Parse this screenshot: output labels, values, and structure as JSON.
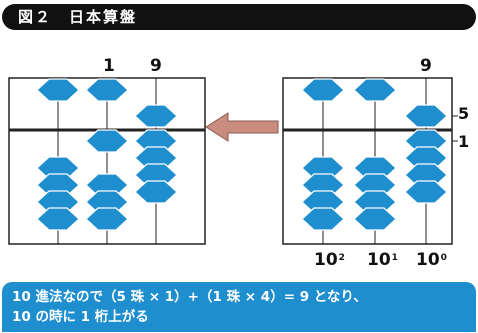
{
  "title": "図２　日本算盤",
  "left_abacus": {
    "column_values": [
      "1",
      "9"
    ]
  },
  "right_abacus": {
    "column_values": [
      "9"
    ],
    "bead_values": {
      "upper": "5",
      "lower": "1"
    },
    "place_values": [
      {
        "base": "10",
        "exp": "2"
      },
      {
        "base": "10",
        "exp": "1"
      },
      {
        "base": "10",
        "exp": "0"
      }
    ]
  },
  "caption": {
    "line1": "10 進法なので（5 珠 × 1）+（1 珠 × 4）= 9 となり、",
    "line2": "10 の時に 1 桁上がる"
  },
  "colors": {
    "bead": "#1e8ecf",
    "frame": "#222222",
    "arrow": "#c98c7e",
    "caption_bg": "#1e8ecf",
    "title_bg": "#111111"
  }
}
